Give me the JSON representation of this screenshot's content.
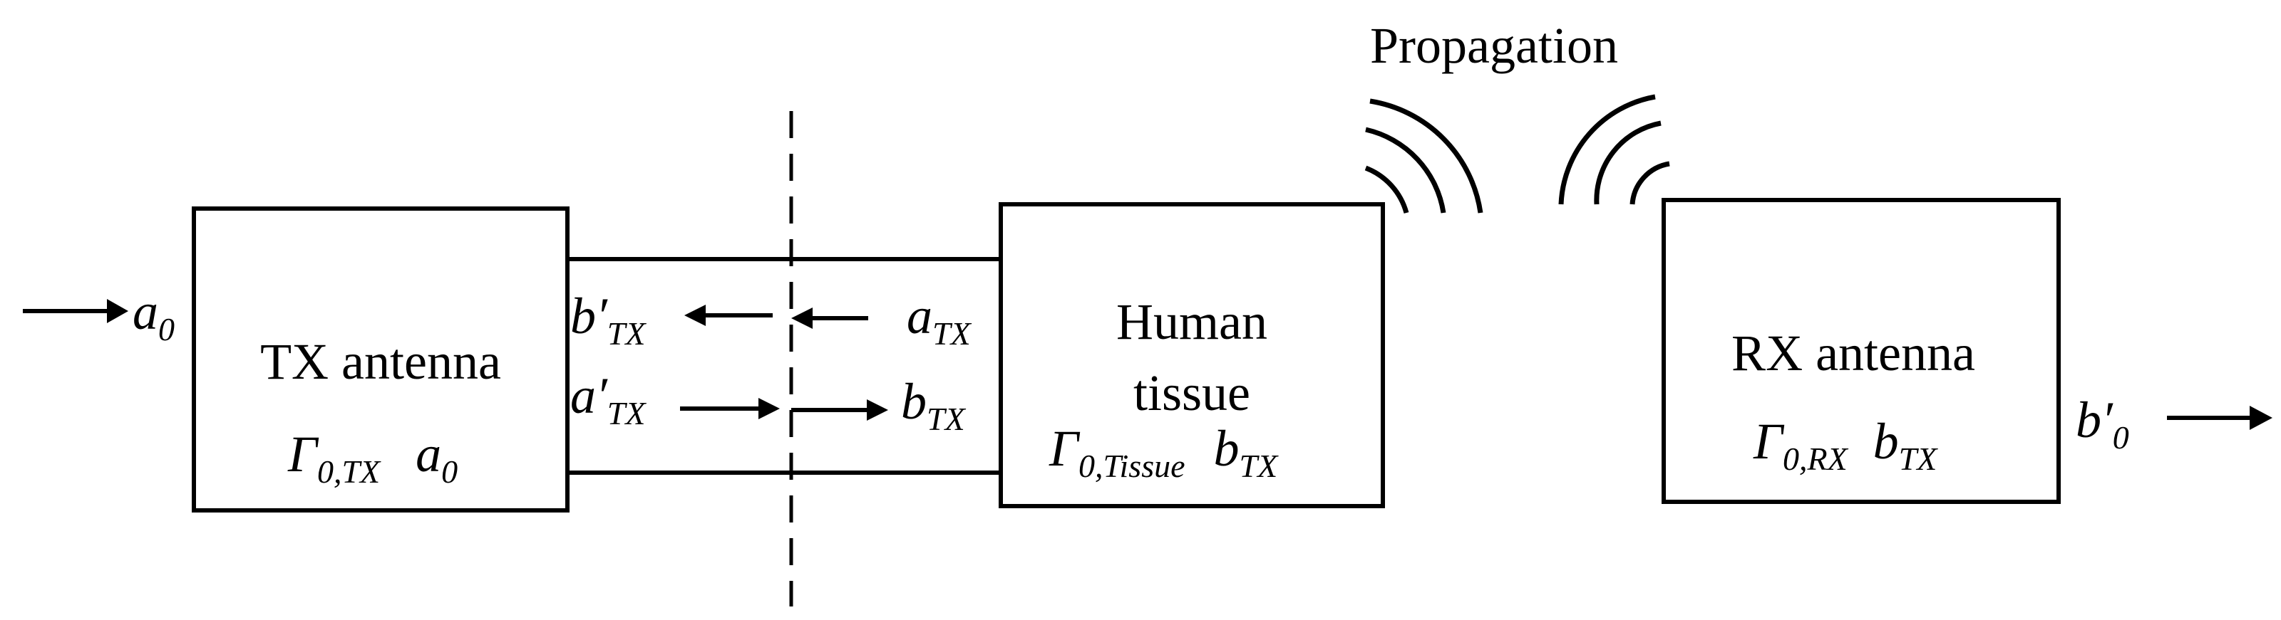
{
  "blocks": {
    "tx": {
      "title": "TX antenna",
      "param_symbol": "Γ",
      "param_sub": "0,TX",
      "wave_symbol": "a",
      "wave_sub": "0"
    },
    "tissue": {
      "title_line1": "Human",
      "title_line2": "tissue",
      "param_symbol": "Γ",
      "param_sub": "0,Tissue",
      "wave_symbol": "b",
      "wave_sub": "TX"
    },
    "rx": {
      "title": "RX antenna",
      "param_symbol": "Γ",
      "param_sub": "0,RX",
      "wave_symbol": "b",
      "wave_sub": "TX"
    }
  },
  "signals": {
    "input": {
      "symbol": "a",
      "sub": "0"
    },
    "output": {
      "symbol": "b′",
      "sub": "0"
    },
    "b_prime_tx": {
      "symbol": "b′",
      "sub": "TX"
    },
    "a_prime_tx": {
      "symbol": "a′",
      "sub": "TX"
    },
    "a_tx": {
      "symbol": "a",
      "sub": "TX"
    },
    "b_tx": {
      "symbol": "b",
      "sub": "TX"
    }
  },
  "propagation_label": "Propagation"
}
